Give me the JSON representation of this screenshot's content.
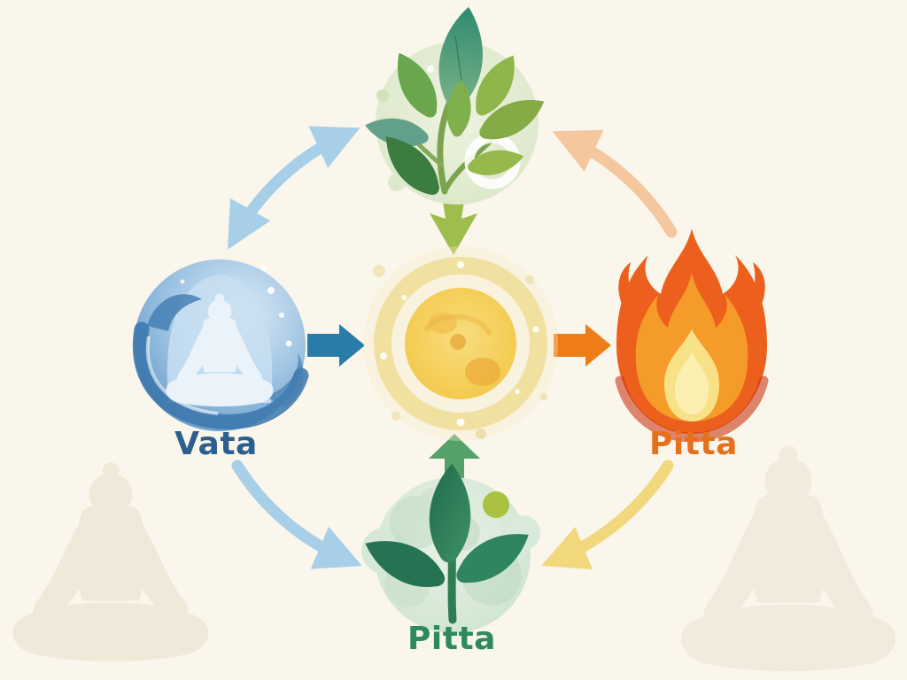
{
  "diagram_title": "Ayurvedic dosha cycle (watercolor diagram)",
  "labels": {
    "vata": "Vata",
    "pitta_fire": "Pitta",
    "pitta_plant": "Pitta"
  },
  "label_colors": {
    "vata": "#2b5f8e",
    "pitta_fire": "#e5711c",
    "pitta_plant": "#2e8a5e"
  },
  "colors": {
    "background": "#faf6ec",
    "arrow_teal": "#2a7ca8",
    "arrow_orange": "#ee7d18",
    "arrow_green_down": "#9dbd4d",
    "arrow_green_up": "#56a169",
    "arc_blue": "#a8cfe8",
    "arc_peach": "#f4c79e",
    "arc_yellow": "#f1d87d",
    "silhouette": "#ebe0ce"
  },
  "icons": {
    "top": "herbs-leaves-icon",
    "left": "meditating-figure-water-icon",
    "right": "flame-icon",
    "bottom": "sprout-leaves-icon",
    "center": "sun-core-icon",
    "corner_left": "meditating-silhouette",
    "corner_right": "meditating-silhouette"
  },
  "connections": [
    {
      "from": "herbs-top",
      "to": "center",
      "type": "straight",
      "direction": "down",
      "color_key": "arrow_green_down"
    },
    {
      "from": "vata-left",
      "to": "center",
      "type": "straight",
      "direction": "right",
      "color_key": "arrow_teal"
    },
    {
      "from": "center",
      "to": "fire-right",
      "type": "straight",
      "direction": "right",
      "color_key": "arrow_orange"
    },
    {
      "from": "sprout-bottom",
      "to": "center",
      "type": "straight",
      "direction": "up",
      "color_key": "arrow_green_up"
    },
    {
      "from": "herbs-top",
      "to": "vata-left",
      "type": "curved",
      "bidirectional": true,
      "color_key": "arc_blue"
    },
    {
      "from": "fire-right",
      "to": "herbs-top",
      "type": "curved",
      "bidirectional": false,
      "color_key": "arc_peach"
    },
    {
      "from": "fire-right",
      "to": "sprout-bottom",
      "type": "curved",
      "bidirectional": false,
      "color_key": "arc_yellow"
    },
    {
      "from": "vata-left",
      "to": "sprout-bottom",
      "type": "curved",
      "bidirectional": false,
      "color_key": "arc_blue"
    }
  ]
}
